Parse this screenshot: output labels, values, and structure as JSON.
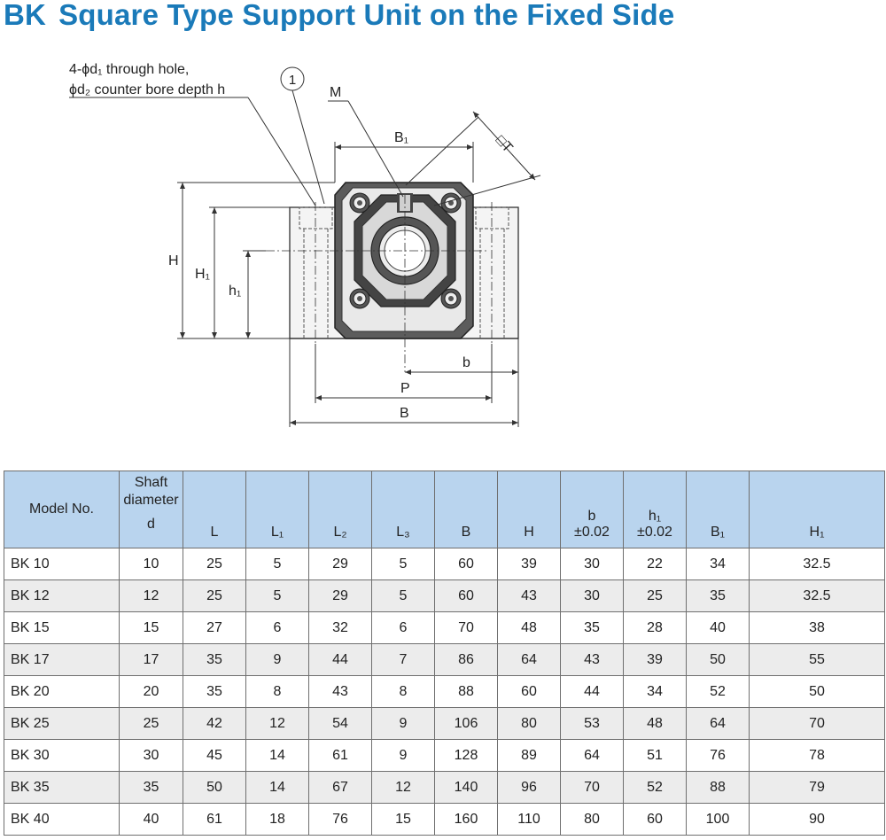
{
  "title": {
    "prefix": "BK",
    "text": "Square Type Support Unit on the Fixed Side"
  },
  "drawing": {
    "labels": {
      "hole_line1": "4-ϕd₁ through hole,",
      "hole_line2": "ϕd₂ counter bore depth h",
      "marker": "1",
      "M": "M",
      "B1": "B₁",
      "T": "□T",
      "H": "H",
      "H1": "H₁",
      "h1": "h₁",
      "b": "b",
      "P": "P",
      "B": "B"
    }
  },
  "table": {
    "headers": {
      "model": "Model No.",
      "shaft_top": "Shaft diameter",
      "shaft_sym": "d",
      "L": "L",
      "L1": "L₁",
      "L2": "L₂",
      "L3": "L₃",
      "B": "B",
      "H": "H",
      "b_sym": "b",
      "b_tol": "±0.02",
      "h1_sym": "h₁",
      "h1_tol": "±0.02",
      "B1": "B₁",
      "H1": "H₁"
    },
    "rows": [
      [
        "BK 10",
        "10",
        "25",
        "5",
        "29",
        "5",
        "60",
        "39",
        "30",
        "22",
        "34",
        "32.5"
      ],
      [
        "BK 12",
        "12",
        "25",
        "5",
        "29",
        "5",
        "60",
        "43",
        "30",
        "25",
        "35",
        "32.5"
      ],
      [
        "BK 15",
        "15",
        "27",
        "6",
        "32",
        "6",
        "70",
        "48",
        "35",
        "28",
        "40",
        "38"
      ],
      [
        "BK 17",
        "17",
        "35",
        "9",
        "44",
        "7",
        "86",
        "64",
        "43",
        "39",
        "50",
        "55"
      ],
      [
        "BK 20",
        "20",
        "35",
        "8",
        "43",
        "8",
        "88",
        "60",
        "44",
        "34",
        "52",
        "50"
      ],
      [
        "BK 25",
        "25",
        "42",
        "12",
        "54",
        "9",
        "106",
        "80",
        "53",
        "48",
        "64",
        "70"
      ],
      [
        "BK 30",
        "30",
        "45",
        "14",
        "61",
        "9",
        "128",
        "89",
        "64",
        "51",
        "76",
        "78"
      ],
      [
        "BK 35",
        "35",
        "50",
        "14",
        "67",
        "12",
        "140",
        "96",
        "70",
        "52",
        "88",
        "79"
      ],
      [
        "BK 40",
        "40",
        "61",
        "18",
        "76",
        "15",
        "160",
        "110",
        "80",
        "60",
        "100",
        "90"
      ]
    ]
  }
}
